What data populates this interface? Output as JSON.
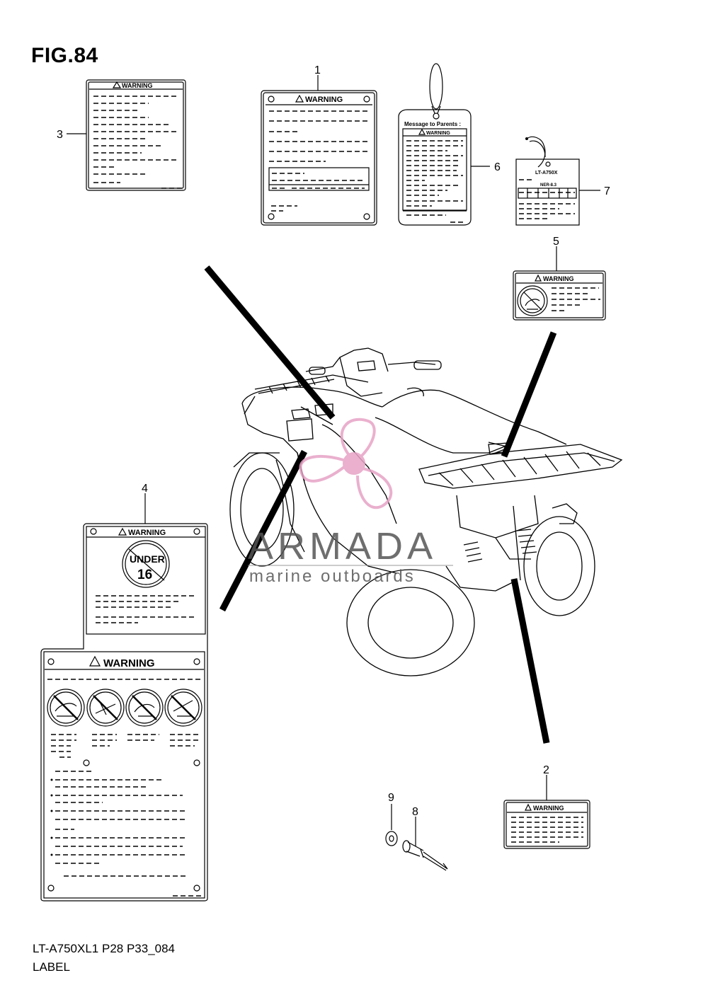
{
  "figure": {
    "title": "FIG.84"
  },
  "footer": {
    "model_code": "LT-A750XL1 P28 P33_084",
    "section_name": "LABEL"
  },
  "callouts": [
    "1",
    "2",
    "3",
    "4",
    "5",
    "6",
    "7",
    "8",
    "9"
  ],
  "labels": {
    "warning_text": "WARNING",
    "tag_message": "Message to Parents :",
    "tag_warning": "WARNING",
    "model_tag_title": "LT-A750X",
    "model_tag_ratio": "NER-8.3",
    "under_top": "UNDER",
    "under_age": "16"
  },
  "watermark": {
    "name": "ARMADA",
    "tagline": "marine outboards",
    "color": "#e7a3c6"
  }
}
